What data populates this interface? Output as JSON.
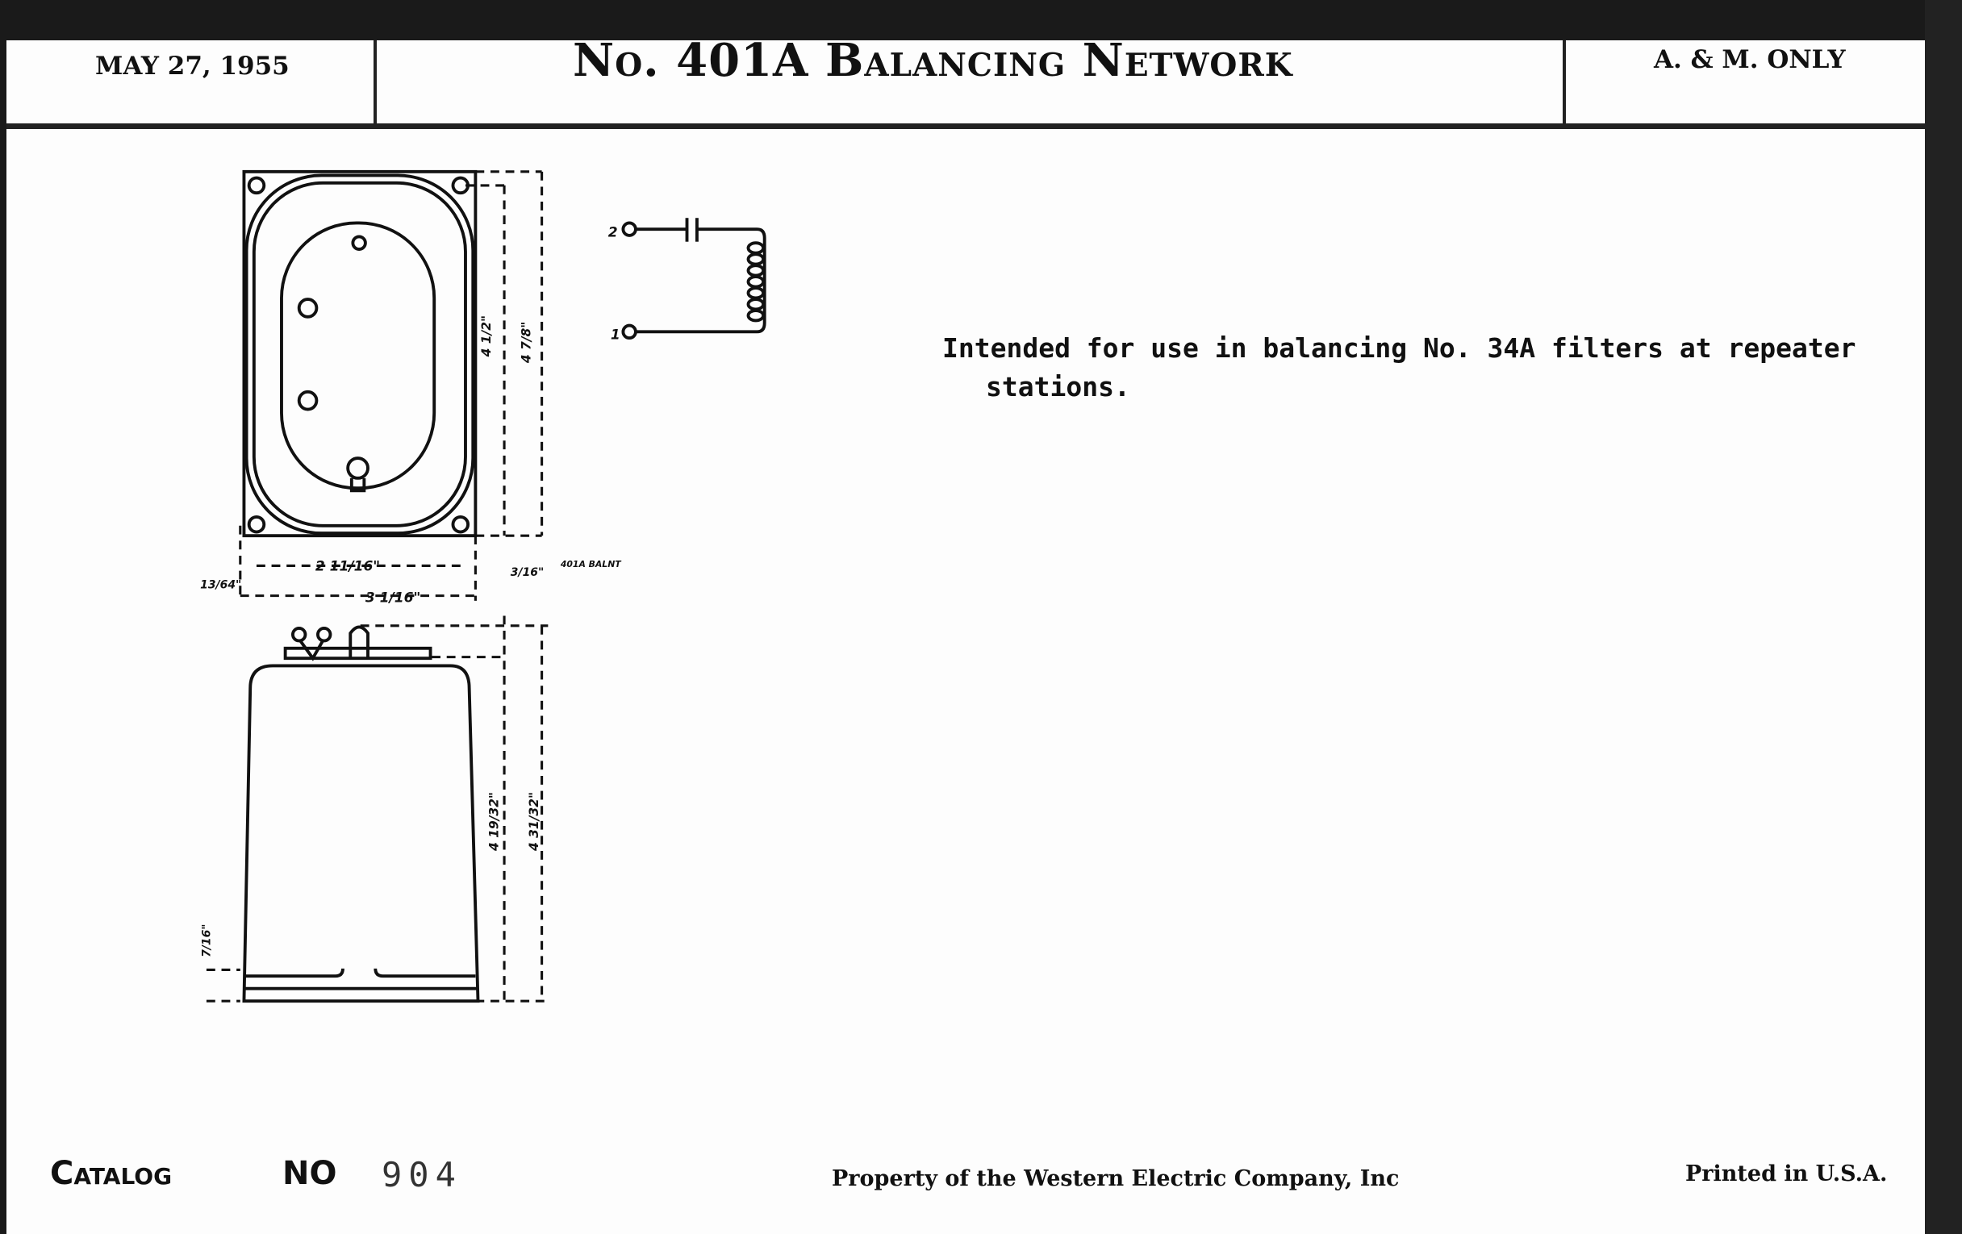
{
  "header": {
    "date": "MAY 27, 1955",
    "title": "No. 401A Balancing Network",
    "restriction": "A. & M. ONLY"
  },
  "description": {
    "line1": "Intended for use in balancing No. 34A filters at repeater",
    "line2": "stations."
  },
  "drawing": {
    "top_view_dims": {
      "inner_height": "4 1/2\"",
      "outer_height": "4 7/8\"",
      "hole_spacing": "2 11/16\"",
      "width": "3 1/16\"",
      "edge_right": "3/16\"",
      "edge_left": "13/64\"",
      "marking": "401A BALNT"
    },
    "side_view_dims": {
      "body_height": "4 19/32\"",
      "overall_height": "4 31/32\"",
      "base": "7/16\""
    },
    "schematic": {
      "terminal_1": "1",
      "terminal_2": "2"
    }
  },
  "footer": {
    "catalog_label": "Catalog",
    "no_label": "NO",
    "catalog_number": "904",
    "property": "Property of the Western Electric Company, Inc",
    "printed": "Printed in U.S.A."
  }
}
